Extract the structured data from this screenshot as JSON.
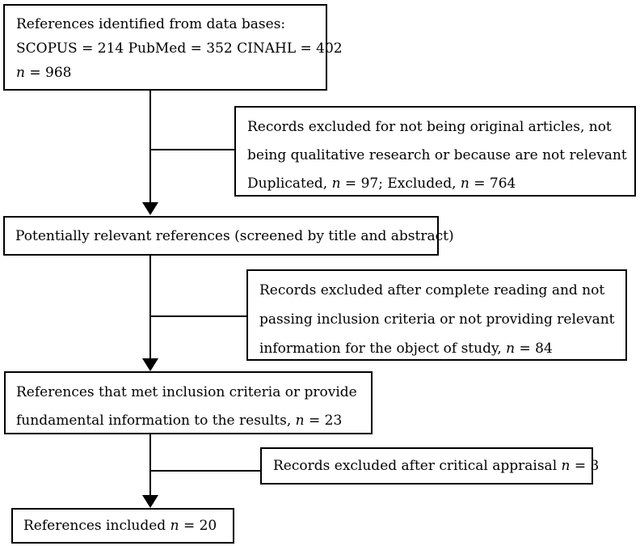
{
  "colors": {
    "background": "#ffffff",
    "line": "#000000",
    "text": "#000000"
  },
  "boxes": [
    {
      "id": "references-identified",
      "lines": [
        [
          {
            "t": "References identified from data bases:"
          }
        ],
        [
          {
            "t": "SCOPUS = 214 PubMed = 352 CINAHL = 402"
          }
        ],
        [
          {
            "t": "n",
            "i": true
          },
          {
            "t": " = 968"
          }
        ]
      ]
    },
    {
      "id": "records-excluded-screening",
      "lines": [
        [
          {
            "t": "Records excluded for not being original articles, not"
          }
        ],
        [
          {
            "t": "being qualitative research or because are not relevant"
          }
        ],
        [
          {
            "t": "Duplicated, "
          },
          {
            "t": "n",
            "i": true
          },
          {
            "t": " = 97; Excluded, "
          },
          {
            "t": "n",
            "i": true
          },
          {
            "t": " = 764"
          }
        ]
      ]
    },
    {
      "id": "potentially-relevant",
      "lines": [
        [
          {
            "t": "Potentially relevant references (screened by title and abstract)"
          }
        ]
      ]
    },
    {
      "id": "records-excluded-fulltext",
      "lines": [
        [
          {
            "t": "Records excluded after complete reading and not"
          }
        ],
        [
          {
            "t": "passing inclusion criteria or not providing relevant"
          }
        ],
        [
          {
            "t": "information for the object of study, "
          },
          {
            "t": "n",
            "i": true
          },
          {
            "t": " = 84"
          }
        ]
      ]
    },
    {
      "id": "references-met-criteria",
      "lines": [
        [
          {
            "t": "References that met inclusion criteria or provide"
          }
        ],
        [
          {
            "t": "fundamental information to the results, "
          },
          {
            "t": "n",
            "i": true
          },
          {
            "t": " = 23"
          }
        ]
      ]
    },
    {
      "id": "records-excluded-appraisal",
      "lines": [
        [
          {
            "t": "Records excluded after critical appraisal "
          },
          {
            "t": "n",
            "i": true
          },
          {
            "t": " = 3"
          }
        ]
      ]
    },
    {
      "id": "references-included",
      "lines": [
        [
          {
            "t": "References included "
          },
          {
            "t": "n",
            "i": true
          },
          {
            "t": " = 20"
          }
        ]
      ]
    }
  ],
  "counts": {
    "scopus": 214,
    "pubmed": 352,
    "cinahl": 402,
    "identified_total": 968,
    "duplicated": 97,
    "excluded_screening": 764,
    "excluded_fulltext": 84,
    "met_criteria": 23,
    "excluded_appraisal": 3,
    "included": 20
  }
}
